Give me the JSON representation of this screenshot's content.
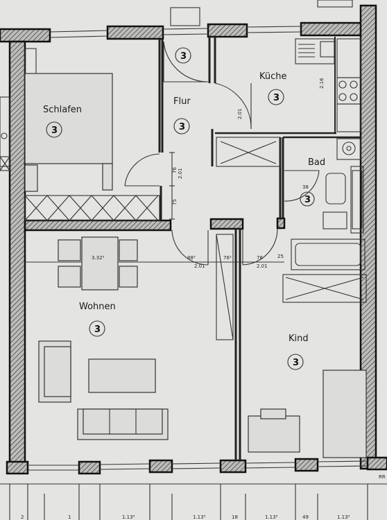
{
  "rooms": {
    "schlafen": {
      "label": "Schlafen",
      "num": "3"
    },
    "flur": {
      "label": "Flur",
      "num": "3"
    },
    "kueche": {
      "label": "Küche",
      "num": "3"
    },
    "bad": {
      "label": "Bad",
      "num": "3"
    },
    "wohnen": {
      "label": "Wohnen",
      "num": "3"
    },
    "kind": {
      "label": "Kind",
      "num": "3"
    },
    "flur_top": {
      "num": "3"
    }
  },
  "dimensions": {
    "d_76a": "76",
    "d_201a": "2.01",
    "d_885": "88⁵",
    "d_201b": "2.01",
    "d_765": "76⁵",
    "d_76b": "76",
    "d_201c": "2.01",
    "d_201d": "2.01",
    "d_75": "75",
    "d_332": "3.32⁵",
    "d_216": "2.16",
    "d_38": "38",
    "d_25": "25"
  },
  "bottom_dims": {
    "a": "2",
    "b": "1",
    "c": "1.13⁵",
    "d": "1.13⁵",
    "e": "18",
    "f": "1.13⁵",
    "g": "49",
    "h": "1.13⁵"
  },
  "corner_mark": "RR"
}
